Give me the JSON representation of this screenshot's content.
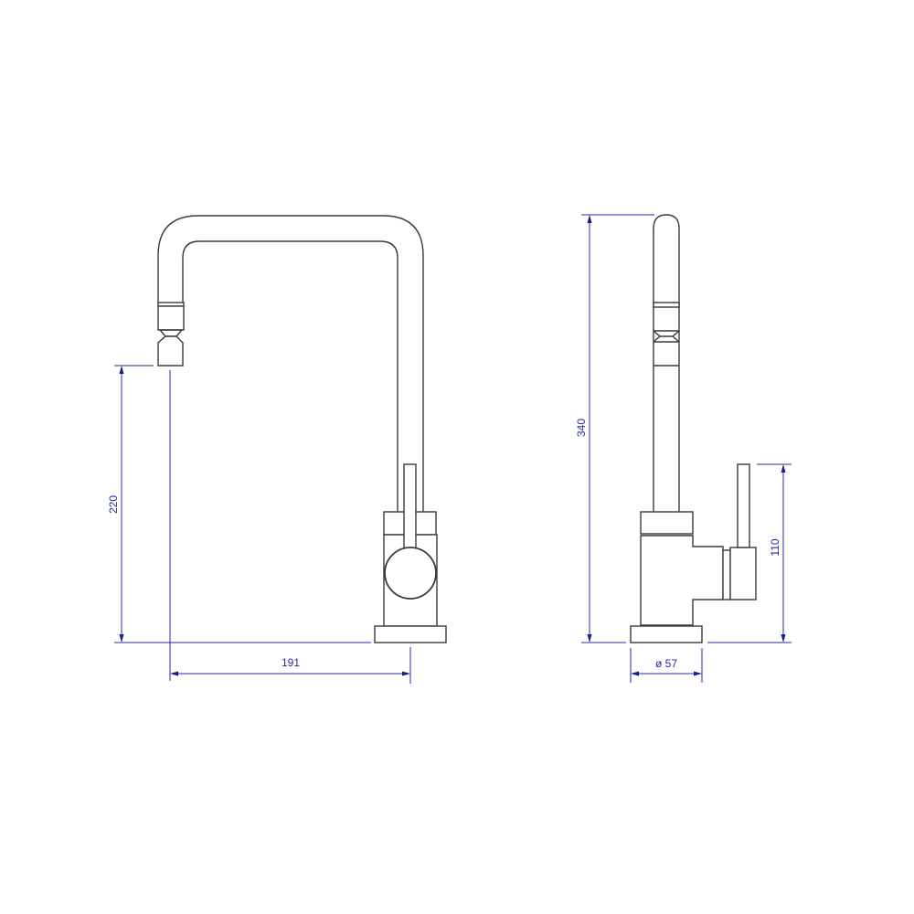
{
  "drawing": {
    "title": "Faucet technical drawing",
    "colors": {
      "outline": "#3a3a3a",
      "dimension": "#2a2aa0",
      "background": "#ffffff"
    },
    "front_view": {
      "dimensions": {
        "spout_height": "220",
        "spout_reach": "191"
      }
    },
    "side_view": {
      "dimensions": {
        "total_height": "340",
        "lever_height": "110",
        "base_diameter": "ø 57"
      }
    }
  }
}
